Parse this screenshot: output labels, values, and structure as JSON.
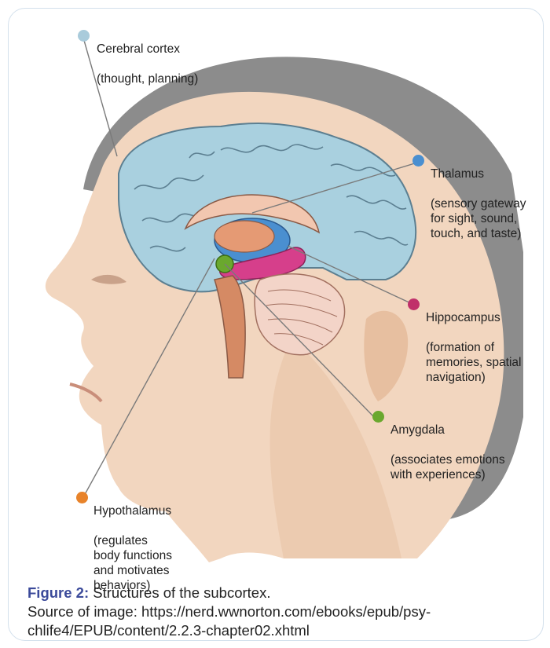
{
  "labels": {
    "cortex": {
      "name": "Cerebral cortex",
      "desc": "(thought, planning)",
      "color": "#a9cbdb"
    },
    "thalamus": {
      "name": "Thalamus",
      "desc": "(sensory gateway\nfor sight, sound,\ntouch, and taste)",
      "color": "#4a8fd0"
    },
    "hippocampus": {
      "name": "Hippocampus",
      "desc": "(formation of\nmemories, spatial\nnavigation)",
      "color": "#c0306a"
    },
    "amygdala": {
      "name": "Amygdala",
      "desc": "(associates emotions\nwith experiences)",
      "color": "#6aa82e"
    },
    "hypothalamus": {
      "name": "Hypothalamus",
      "desc": "(regulates\nbody functions\nand motivates\nbehaviors)",
      "color": "#e8832a"
    }
  },
  "caption": {
    "figure": "Figure 2:",
    "text": " Structures of the subcortex.",
    "source": "Source of image: https://nerd.wwnorton.com/ebooks/epub/psy-chlife4/EPUB/content/2.2.3-chapter02.xhtml"
  }
}
